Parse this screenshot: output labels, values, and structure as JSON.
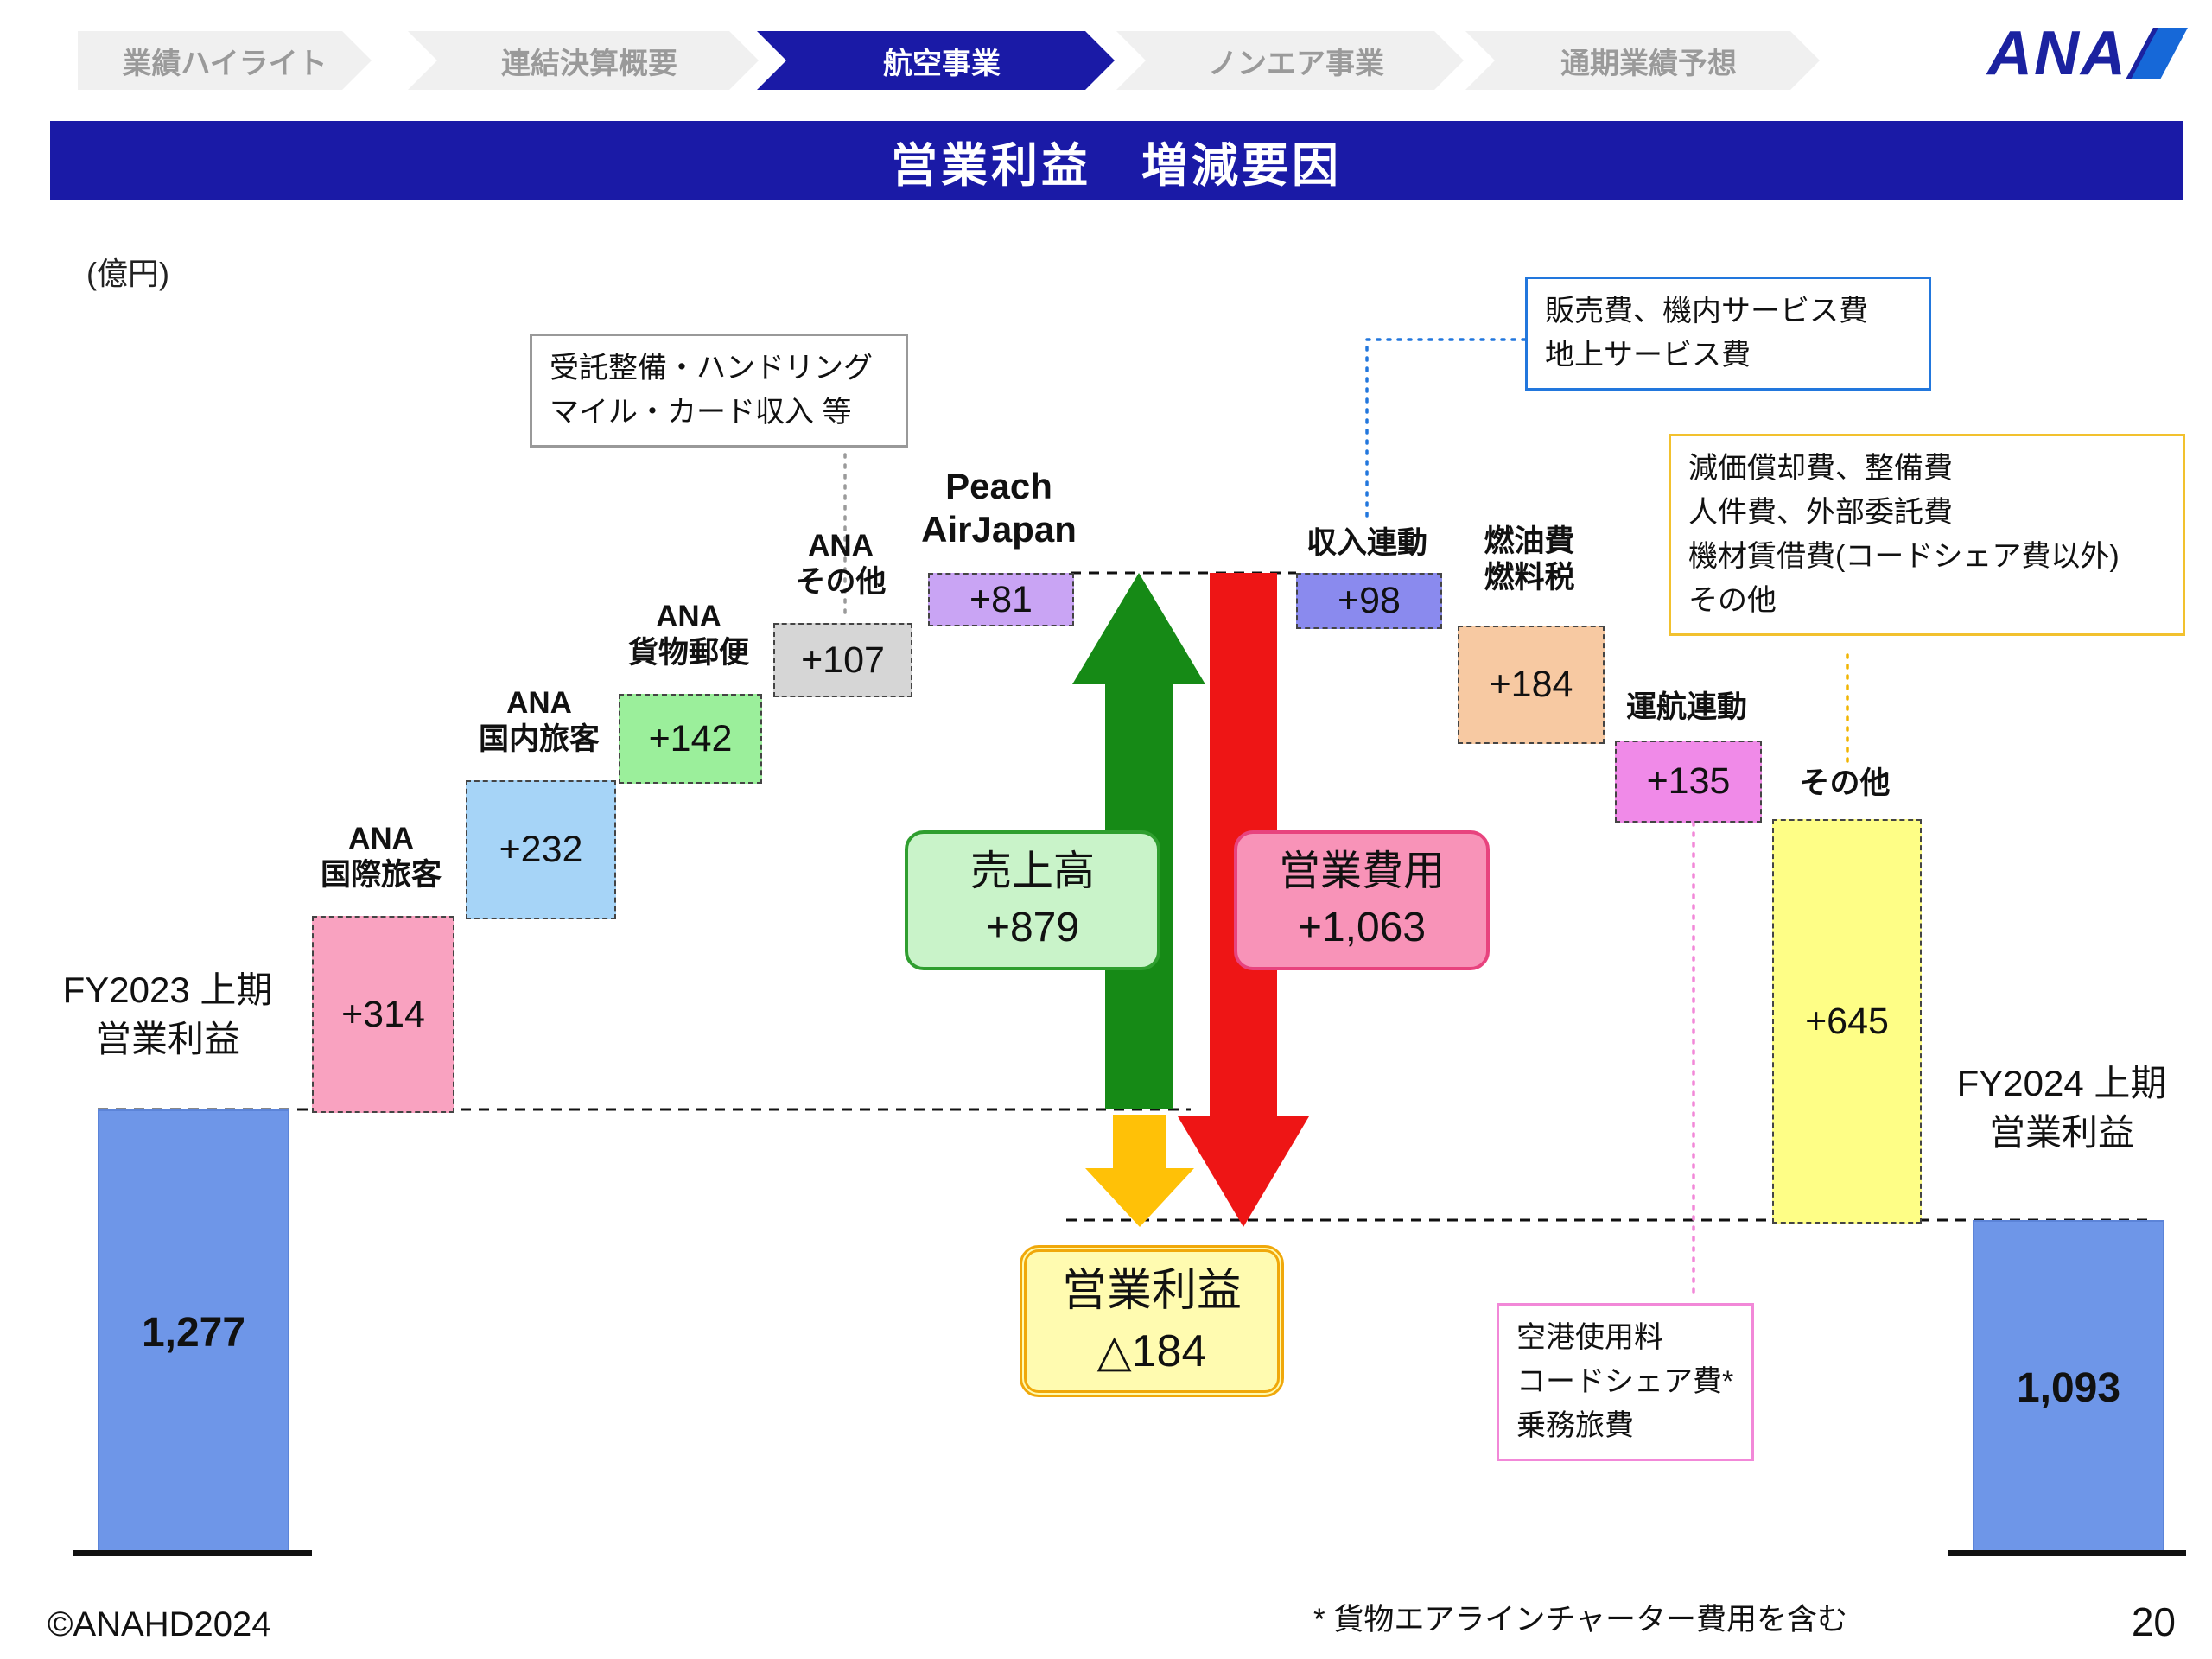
{
  "nav": {
    "logo_text": "ANA",
    "active_tab": "航空事業",
    "tabs": [
      {
        "label": "業績ハイライト",
        "active": false
      },
      {
        "label": "連結決算概要",
        "active": false
      },
      {
        "label": "航空事業",
        "active": true
      },
      {
        "label": "ノンエア事業",
        "active": false
      },
      {
        "label": "通期業績予想",
        "active": false
      }
    ]
  },
  "header": {
    "title": "営業利益　増減要因"
  },
  "unit_label": "(億円)",
  "chart_data": {
    "type": "bar",
    "subtype": "waterfall",
    "title": "営業利益 増減要因",
    "unit": "億円",
    "start_bar": {
      "label": "FY2023 上期\n営業利益",
      "value": 1277,
      "display": "1,277",
      "color": "#6e96e8"
    },
    "end_bar": {
      "label": "FY2024 上期\n営業利益",
      "value": 1093,
      "display": "1,093",
      "color": "#6e96e8"
    },
    "revenue_steps": [
      {
        "label": "ANA\n国際旅客",
        "value": 314,
        "display": "+314",
        "color": "#f9a2c0"
      },
      {
        "label": "ANA\n国内旅客",
        "value": 232,
        "display": "+232",
        "color": "#a6d4f7"
      },
      {
        "label": "ANA\n貨物郵便",
        "value": 142,
        "display": "+142",
        "color": "#9bef9b"
      },
      {
        "label": "ANA\nその他",
        "value": 107,
        "display": "+107",
        "color": "#d6d6d6"
      },
      {
        "label": "Peach\nAirJapan",
        "value": 81,
        "display": "+81",
        "color": "#c9a4f4"
      }
    ],
    "expense_steps": [
      {
        "label": "収入連動",
        "value": 98,
        "display": "+98",
        "color": "#8a8aee"
      },
      {
        "label": "燃油費\n燃料税",
        "value": 184,
        "display": "+184",
        "color": "#f7c9a2"
      },
      {
        "label": "運航連動",
        "value": 135,
        "display": "+135",
        "color": "#f08ae8"
      },
      {
        "label": "その他",
        "value": 645,
        "display": "+645",
        "color": "#fefe86"
      }
    ],
    "revenue_total": {
      "label": "売上高",
      "value": 879,
      "display": "+879",
      "color": "#c9f3c9",
      "border_color": "#2f9e2f",
      "arrow_color": "#168a16"
    },
    "expense_total": {
      "label": "営業費用",
      "value": 1063,
      "display": "+1,063",
      "color": "#f893b8",
      "border_color": "#e8437e",
      "arrow_color": "#ee1515"
    },
    "net": {
      "label": "営業利益",
      "value": -184,
      "display": "△184",
      "color": "#fffbb0",
      "border_color": "#f0a80a",
      "arrow_color": "#ffc107"
    }
  },
  "callouts": {
    "ana_other": {
      "text": "受託整備・ハンドリング\nマイル・カード収入 等",
      "border_color": "#999999",
      "points_to": "ANA その他"
    },
    "revenue_linked": {
      "text": "販売費、機内サービス費\n地上サービス費",
      "border_color": "#2277dd",
      "points_to": "収入連動"
    },
    "other_cost": {
      "text": "減価償却費、整備費\n人件費、外部委託費\n機材賃借費(コードシェア費以外)\nその他",
      "border_color": "#f2c12e",
      "points_to": "その他"
    },
    "operation_linked": {
      "text": "空港使用料\nコードシェア費*\n乗務旅費",
      "border_color": "#f288d8",
      "points_to": "運航連動"
    }
  },
  "footer": {
    "footnote": "* 貨物エアラインチャーター費用を含む",
    "copyright": "©ANAHD2024",
    "page_number": "20"
  }
}
